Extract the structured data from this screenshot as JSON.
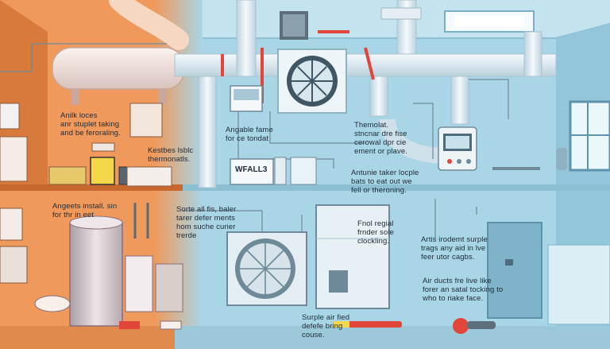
{
  "labels": {
    "attic_note": "Anilk loces\nanr stuplet taking\nand be feroraling.",
    "kestbes": "Kestbes lsblc\nthermonatls.",
    "angable_fame": "Angable fame\nfor ce tondat",
    "thermostat_note": "Themolat.\nstncnar dre fise\ncerowal dpr cie\nement or plave.",
    "antunie": "Antunie taker locple\nbats to eat out we\nfell or theroning.",
    "angeets": "Angeets install. sin\nfor thr in eet",
    "sorte": "Sorte all fis, baler\ntarer defer ments\nhom suche curier\ntrerde",
    "fnol_regial": "Fnol regial\nfrnder sole\nclockling.",
    "artis": "Artis irodemt surple\ntrags any aid in lve\nfeer utor cagbs.",
    "air_ducts": "Air ducts fre live like\nforer an satal tocking to\nwho to riake face.",
    "surple": "Surple air fied\ndefefe bring\ncouse.",
    "device_tag": "WFALL3"
  },
  "colors": {
    "attic_wall": "#ef9a5c",
    "attic_wall_dark": "#d97a3d",
    "basement_wall": "#a9d6e6",
    "basement_wall_dark": "#7fb8cf",
    "duct": "#d8e6ee",
    "accent_red": "#e2463a"
  }
}
